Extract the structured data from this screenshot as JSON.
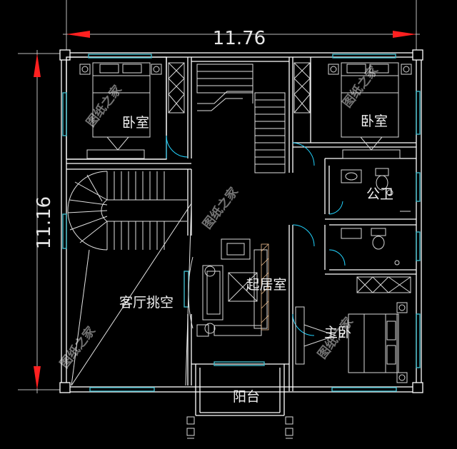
{
  "dimensions": {
    "width_label": "11.76",
    "height_label": "11.16"
  },
  "rooms": {
    "bedroom_left": "卧室",
    "bedroom_right": "卧室",
    "public_bath": "公卫",
    "living_void": "客厅挑空",
    "family_room": "起居室",
    "master_bedroom": "主卧",
    "balcony": "阳台"
  },
  "watermark": "图纸之家",
  "colors": {
    "background": "#000000",
    "wall": "#ffffff",
    "furniture": "#d8d8d8",
    "dimension_arrow": "#ff2020",
    "window": "#3fb8c8",
    "stair": "#e0e0e0",
    "door": "#22d4ff",
    "hatch": "#f0c090"
  }
}
